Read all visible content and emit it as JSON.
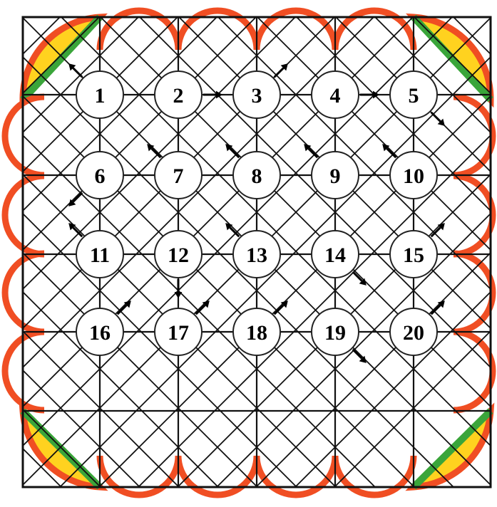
{
  "board": {
    "line_color": "#111111",
    "arc_color": "#f04e23",
    "corner_yellow": "#ffd21f",
    "corner_green": "#3aa53a",
    "marker_fill": "#ffd21f",
    "marker_dot": "#f04e23",
    "marker_border": "#333333"
  },
  "nodes": [
    {
      "label": "1",
      "arrow": "up-left"
    },
    {
      "label": "2",
      "arrow": "right"
    },
    {
      "label": "3",
      "arrow": "up-right"
    },
    {
      "label": "4",
      "arrow": "right"
    },
    {
      "label": "5",
      "arrow": "down-right"
    },
    {
      "label": "6",
      "arrow": "down-left"
    },
    {
      "label": "7",
      "arrow": "up-left"
    },
    {
      "label": "8",
      "arrow": "up-left"
    },
    {
      "label": "9",
      "arrow": "up-left"
    },
    {
      "label": "10",
      "arrow": "up-left"
    },
    {
      "label": "11",
      "arrow": "up-left"
    },
    {
      "label": "12",
      "arrow": "down"
    },
    {
      "label": "13",
      "arrow": "up-left"
    },
    {
      "label": "14",
      "arrow": "down-right"
    },
    {
      "label": "15",
      "arrow": "up-right"
    },
    {
      "label": "16",
      "arrow": "up-right"
    },
    {
      "label": "17",
      "arrow": "up-right"
    },
    {
      "label": "18",
      "arrow": "up-right"
    },
    {
      "label": "19",
      "arrow": "down-right"
    },
    {
      "label": "20",
      "arrow": "up-right"
    }
  ],
  "markers": [
    "marker-a",
    "marker-b",
    "marker-c",
    "marker-d",
    "marker-e"
  ]
}
